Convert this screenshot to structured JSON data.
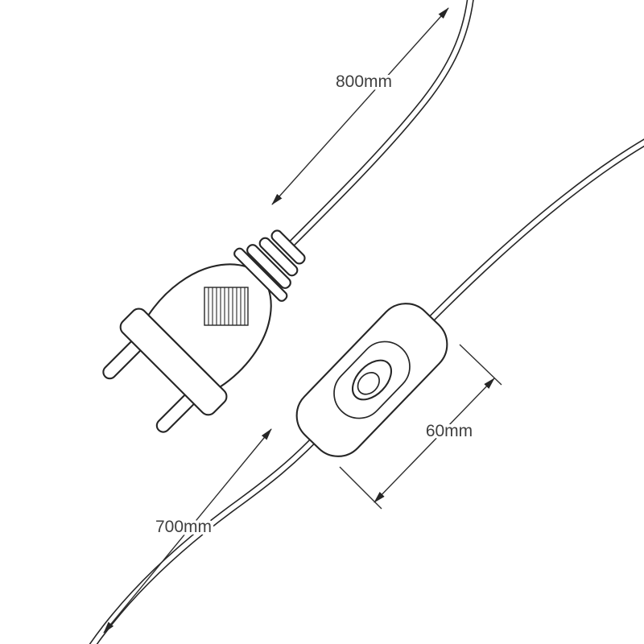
{
  "diagram": {
    "labels": {
      "cable_to_plug": "800mm",
      "switch_length": "60mm",
      "cable_to_end": "700mm"
    },
    "colors": {
      "background": "#ffffff",
      "line": "#262626",
      "label_text": "#3f3f3f"
    }
  }
}
